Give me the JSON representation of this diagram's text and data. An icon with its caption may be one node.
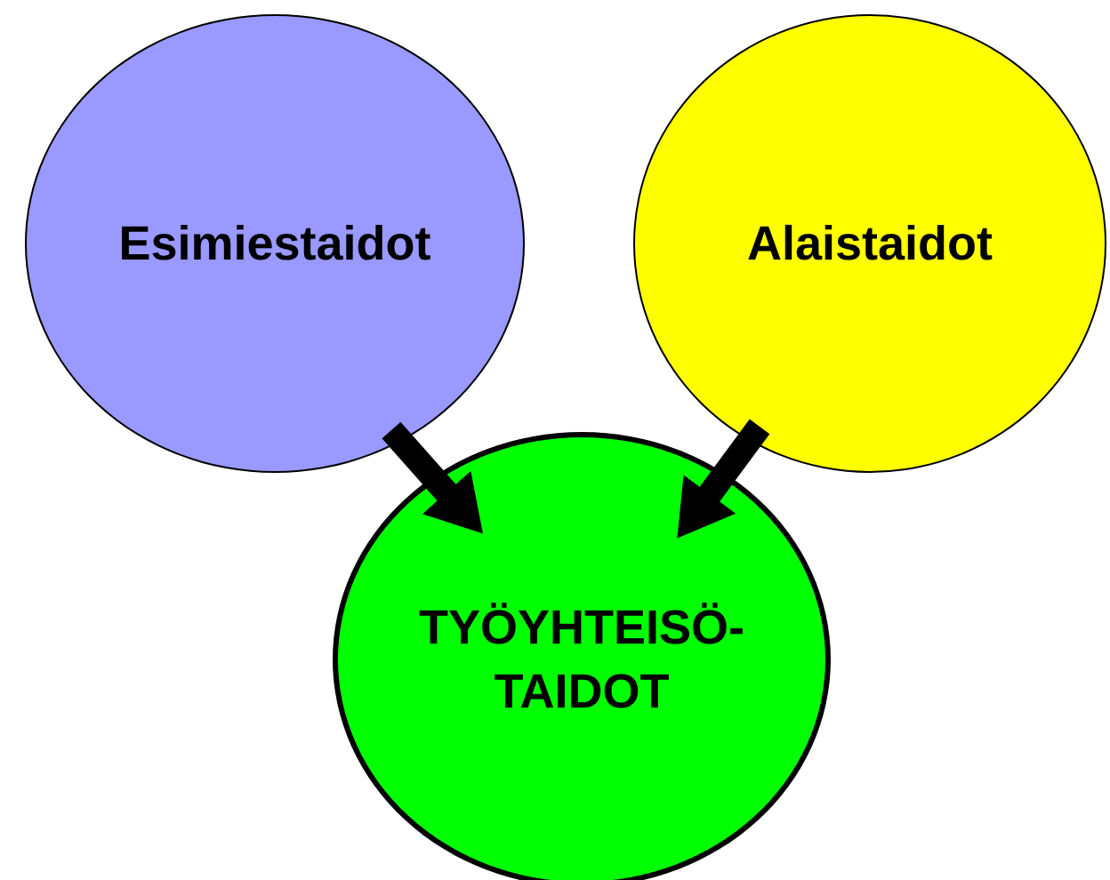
{
  "diagram": {
    "nodes": [
      {
        "text": [
          "Esimiestaidot"
        ]
      },
      {
        "text": [
          "Alaistaidot"
        ]
      },
      {
        "text": [
          "TYÖYHTEISÖ- TAIDOT"
        ]
      }
    ],
    "edges": [
      {
        "from": 0,
        "to": 2,
        "arrow": "to"
      },
      {
        "from": 1,
        "to": 2,
        "arrow": "to"
      }
    ]
  }
}
